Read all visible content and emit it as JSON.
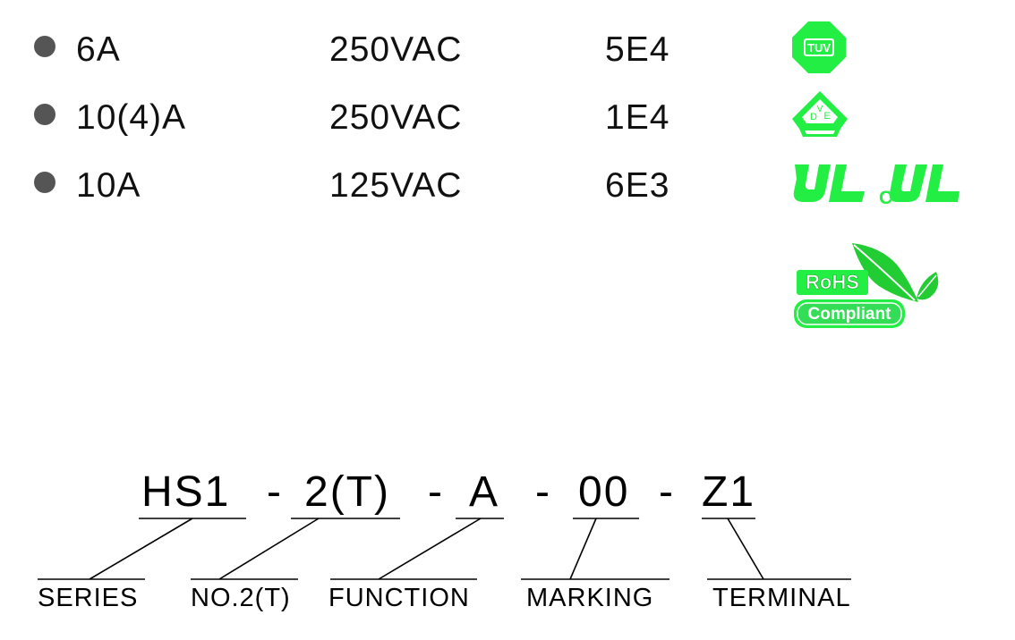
{
  "ratings": [
    {
      "current": "6A",
      "voltage": "250VAC",
      "life": "5E4",
      "cert": "tuv-mark"
    },
    {
      "current": "10(4)A",
      "voltage": "250VAC",
      "life": "1E4",
      "cert": "vde-mark"
    },
    {
      "current": "10A",
      "voltage": "125VAC",
      "life": "6E3",
      "cert": "ul-cul-mark"
    }
  ],
  "marks": {
    "tuv_text": "TUV",
    "vde_letters": [
      "D",
      "V",
      "E"
    ],
    "cul_c": "C",
    "rohs_title": "RoHS",
    "rohs_sub": "Compliant"
  },
  "model": {
    "parts": [
      "HS1",
      "2(T)",
      "A",
      "00",
      "Z1"
    ],
    "separator": "-"
  },
  "labels": [
    "SERIES",
    "NO.2(T)",
    "FUNCTION",
    "MARKING",
    "TERMINAL"
  ],
  "colors": {
    "bullet": "#555555",
    "cert_green": "#22ee44",
    "leaf_green": "#22cc33",
    "text": "#111111"
  }
}
